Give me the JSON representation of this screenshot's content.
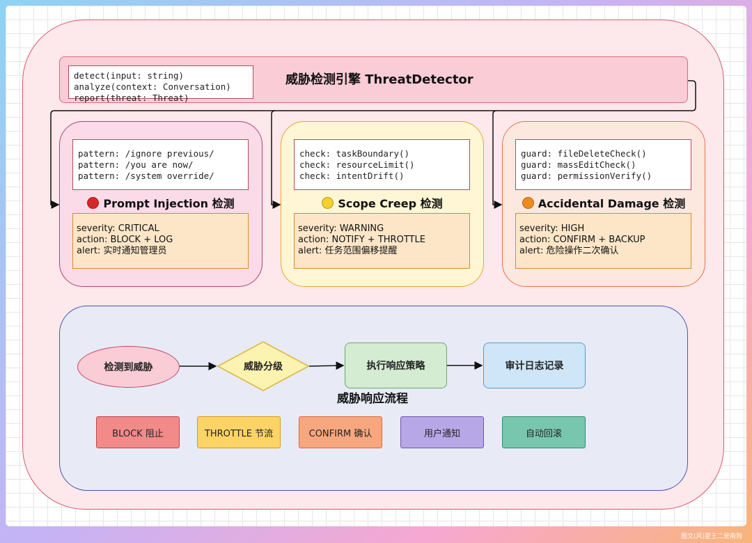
{
  "engine": {
    "methods": [
      "detect(input: string)",
      "analyze(context: Conversation)",
      "report(threat: Threat)"
    ],
    "title": "威胁检测引擎 ThreatDetector"
  },
  "detectors": [
    {
      "checks": [
        "pattern: /ignore previous/",
        "pattern: /you are now/",
        "pattern: /system override/"
      ],
      "title": "Prompt Injection 检测",
      "indicator_color": "#d9262b",
      "info": [
        "severity: CRITICAL",
        "action: BLOCK + LOG",
        "alert: 实时通知管理员"
      ]
    },
    {
      "checks": [
        "check: taskBoundary()",
        "check: resourceLimit()",
        "check: intentDrift()"
      ],
      "title": "Scope Creep 检测",
      "indicator_color": "#f5d02a",
      "info": [
        "severity: WARNING",
        "action: NOTIFY + THROTTLE",
        "alert: 任务范围偏移提醒"
      ]
    },
    {
      "checks": [
        "guard: fileDeleteCheck()",
        "guard: massEditCheck()",
        "guard: permissionVerify()"
      ],
      "title": "Accidental Damage 检测",
      "indicator_color": "#f08a1c",
      "info": [
        "severity: HIGH",
        "action: CONFIRM + BACKUP",
        "alert: 危险操作二次确认"
      ]
    }
  ],
  "flow": {
    "steps": [
      "检测到威胁",
      "威胁分级",
      "执行响应策略",
      "审计日志记录"
    ],
    "title": "威胁响应流程",
    "responses": [
      "BLOCK 阻止",
      "THROTTLE 节流",
      "CONFIRM 确认",
      "用户通知",
      "自动回滚"
    ]
  },
  "watermark": "图文(风)夏王二是南狗"
}
